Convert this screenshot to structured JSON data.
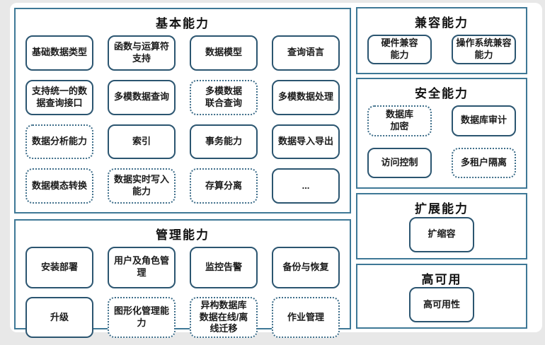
{
  "colors": {
    "section_border": "#3e7896",
    "solid_box_border": "#2b5570",
    "dotted_box_border": "#3e6e8a",
    "text": "#1a1a1a",
    "background": "#ffffff",
    "page_edge": "#e8e8e8"
  },
  "sections": {
    "basic": {
      "title": "基本能力",
      "items": [
        {
          "label": "基础数据类型",
          "border": "solid"
        },
        {
          "label": "函数与运算符\n支持",
          "border": "solid"
        },
        {
          "label": "数据模型",
          "border": "solid"
        },
        {
          "label": "查询语言",
          "border": "solid"
        },
        {
          "label": "支持统一的数\n据查询接口",
          "border": "solid"
        },
        {
          "label": "多模数据查询",
          "border": "solid"
        },
        {
          "label": "多模数据\n联合查询",
          "border": "dotted"
        },
        {
          "label": "多模数据处理",
          "border": "solid"
        },
        {
          "label": "数据分析能力",
          "border": "dotted"
        },
        {
          "label": "索引",
          "border": "solid"
        },
        {
          "label": "事务能力",
          "border": "solid"
        },
        {
          "label": "数据导入导出",
          "border": "solid"
        },
        {
          "label": "数据模态转换",
          "border": "dotted"
        },
        {
          "label": "数据实时写入\n能力",
          "border": "dotted"
        },
        {
          "label": "存算分离",
          "border": "dotted"
        },
        {
          "label": "...",
          "border": "solid"
        }
      ]
    },
    "management": {
      "title": "管理能力",
      "items": [
        {
          "label": "安装部署",
          "border": "solid"
        },
        {
          "label": "用户及角色管\n理",
          "border": "solid"
        },
        {
          "label": "监控告警",
          "border": "solid"
        },
        {
          "label": "备份与恢复",
          "border": "solid"
        },
        {
          "label": "升级",
          "border": "solid"
        },
        {
          "label": "图形化管理能\n力",
          "border": "dotted"
        },
        {
          "label": "异构数据库\n数据在线/离\n线迁移",
          "border": "dotted"
        },
        {
          "label": "作业管理",
          "border": "dotted"
        }
      ]
    },
    "compatibility": {
      "title": "兼容能力",
      "items": [
        {
          "label": "硬件兼容\n能力",
          "border": "solid"
        },
        {
          "label": "操作系统兼容\n能力",
          "border": "solid"
        }
      ]
    },
    "security": {
      "title": "安全能力",
      "items": [
        {
          "label": "数据库\n加密",
          "border": "dotted"
        },
        {
          "label": "数据库审计",
          "border": "solid"
        },
        {
          "label": "访问控制",
          "border": "solid"
        },
        {
          "label": "多租户隔离",
          "border": "dotted"
        }
      ]
    },
    "scalability": {
      "title": "扩展能力",
      "items": [
        {
          "label": "扩缩容",
          "border": "solid"
        }
      ]
    },
    "high_availability": {
      "title": "高可用",
      "items": [
        {
          "label": "高可用性",
          "border": "solid"
        }
      ]
    }
  }
}
